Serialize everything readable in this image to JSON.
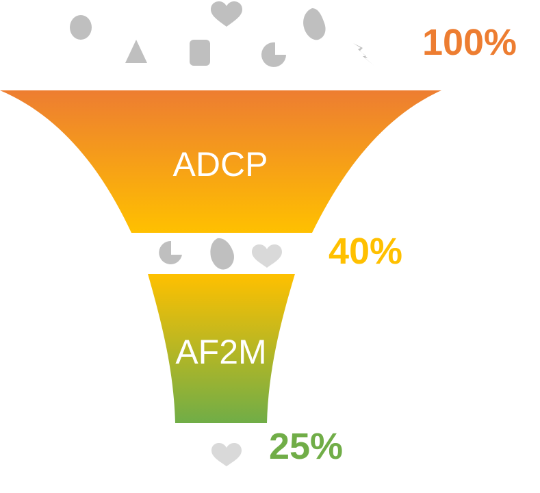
{
  "funnel": {
    "stages": [
      {
        "label": "ADCP",
        "color_top": "#ED7D31",
        "color_bottom": "#FFC000",
        "icons": [
          "circle-icon",
          "triangle-icon",
          "square-icon",
          "heart-icon",
          "pie-icon",
          "leaf-icon",
          "lightning-icon"
        ]
      },
      {
        "label": "AF2M",
        "color_top": "#FFC000",
        "color_bottom": "#70AD47",
        "icons": [
          "pie-icon",
          "leaf-icon",
          "heart-icon"
        ]
      }
    ],
    "percentages": [
      {
        "text": "100%",
        "value": 100,
        "color": "#ED7D31"
      },
      {
        "text": "40%",
        "value": 40,
        "color": "#FFC000"
      },
      {
        "text": "25%",
        "value": 25,
        "color": "#70AD47"
      }
    ],
    "output_icons": [
      "heart-icon"
    ],
    "icon_color": "#BFBFBF",
    "icon_color_light": "#D9D9D9"
  }
}
